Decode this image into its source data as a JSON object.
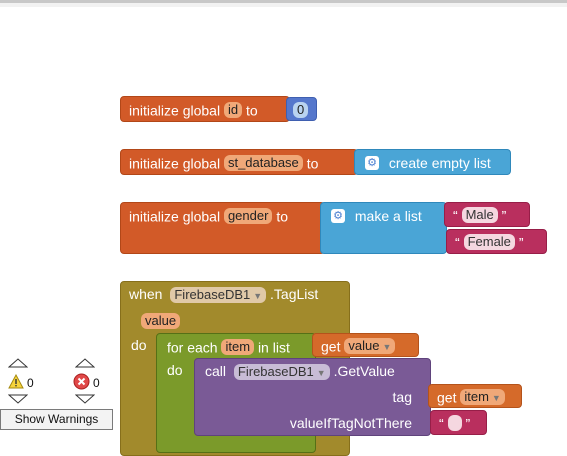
{
  "blocks": {
    "init_id": {
      "prefix": "initialize global",
      "var": "id",
      "to": "to",
      "value": "0"
    },
    "init_st_database": {
      "prefix": "initialize global",
      "var": "st_database",
      "to": "to",
      "value_label": "create empty list"
    },
    "init_gender": {
      "prefix": "initialize global",
      "var": "gender",
      "to": "to",
      "list_label": "make a list",
      "items": [
        "Male",
        "Female"
      ]
    },
    "event": {
      "when": "when",
      "component": "FirebaseDB1",
      "event": ".TagList",
      "param": "value",
      "do": "do"
    },
    "for_each": {
      "label": "for each",
      "var": "item",
      "in_list": "in list",
      "get": "get",
      "get_var": "value",
      "do": "do"
    },
    "call": {
      "call": "call",
      "component": "FirebaseDB1",
      "method": ".GetValue",
      "tag_label": "tag",
      "get": "get",
      "get_var": "item",
      "value_label": "valueIfTagNotThere"
    }
  },
  "warnings": {
    "warning_count": "0",
    "error_count": "0",
    "button_label": "Show Warnings"
  },
  "icons": [
    "gear-icon",
    "warning-icon",
    "error-icon",
    "arrow-up-icon",
    "arrow-down-icon"
  ],
  "colors": {
    "variable_block": "#d25a28",
    "list_block": "#4aa5d6",
    "text_block": "#b92f5e",
    "event_block": "#a28a2c",
    "method_block": "#7a5a96",
    "math_block": "#5577cc"
  }
}
